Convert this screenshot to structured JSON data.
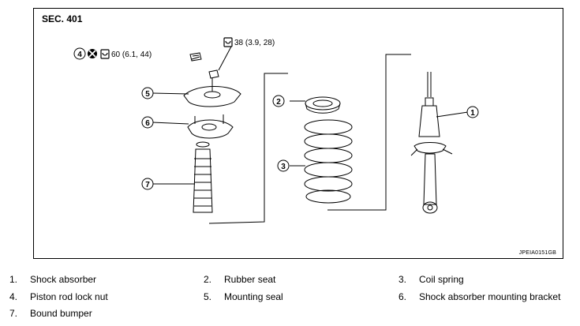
{
  "figure": {
    "section": "SEC. 401",
    "code": "JPEIA0151GB",
    "callouts": [
      "1",
      "2",
      "3",
      "4",
      "5",
      "6",
      "7"
    ],
    "torque_top": "38 (3.9, 28)",
    "torque_left": "60 (6.1, 44)",
    "icons": [
      "torque-wrench-icon",
      "do-not-reuse-icon"
    ]
  },
  "legend": [
    {
      "num": "1.",
      "label": "Shock absorber"
    },
    {
      "num": "2.",
      "label": "Rubber seat"
    },
    {
      "num": "3.",
      "label": "Coil spring"
    },
    {
      "num": "4.",
      "label": "Piston rod lock nut"
    },
    {
      "num": "5.",
      "label": "Mounting seal"
    },
    {
      "num": "6.",
      "label": "Shock absorber mounting bracket"
    },
    {
      "num": "7.",
      "label": "Bound bumper"
    }
  ]
}
